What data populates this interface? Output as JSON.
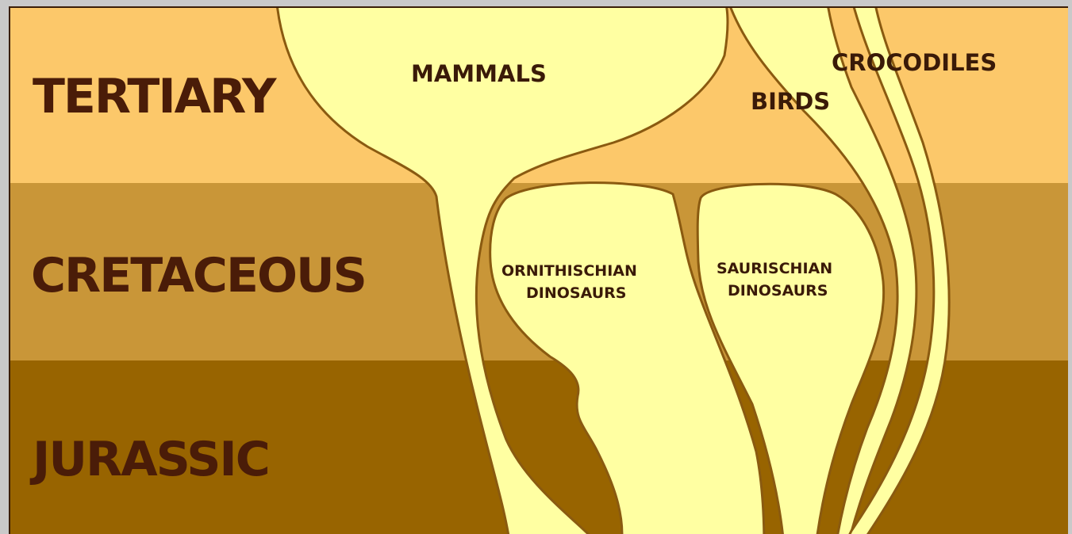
{
  "periods": {
    "tertiary": "TERTIARY",
    "cretaceous": "CRETACEOUS",
    "jurassic": "JURASSIC"
  },
  "clades": {
    "mammals": "MAMMALS",
    "birds": "BIRDS",
    "crocodiles": "CROCODILES",
    "ornithischian_line1": "ORNITHISCHIAN",
    "ornithischian_line2": "DINOSAURS",
    "saurischian_line1": "SAURISCHIAN",
    "saurischian_line2": "DINOSAURS"
  },
  "colors": {
    "tertiary_band": "#fcc86a",
    "cretaceous_band": "#c99638",
    "jurassic_band": "#986400",
    "lineage_fill": "#ffffa2",
    "outline": "#8a5a10",
    "label_text": "#4a1c08"
  }
}
